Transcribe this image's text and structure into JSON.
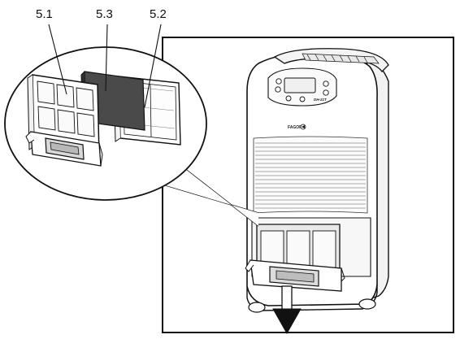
{
  "callouts": {
    "filter_a": "5.1",
    "filter_b": "5.3",
    "filter_c": "5.2"
  },
  "appliance": {
    "brand": "FAGOR",
    "model": "DH-21T"
  },
  "colors": {
    "line": "#111111",
    "carbon_filter": "#4a4a4a",
    "background": "#ffffff"
  }
}
